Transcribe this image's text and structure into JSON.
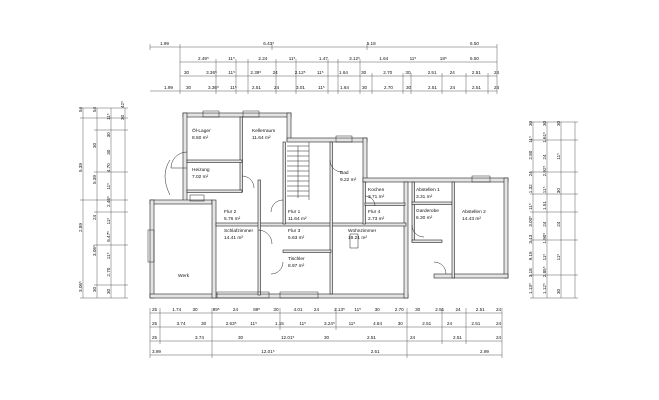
{
  "rooms": [
    {
      "name": "Öl-Lager",
      "area": "8.50 m²"
    },
    {
      "name": "Kellerraum",
      "area": "11.64 m²"
    },
    {
      "name": "Heizung",
      "area": "7.02 m²"
    },
    {
      "name": "Bad",
      "area": "9.22 m²"
    },
    {
      "name": "Kochen",
      "area": "3.71 m²"
    },
    {
      "name": "Abstellen 1",
      "area": "3.31 m²"
    },
    {
      "name": "Garderobe",
      "area": "6.30 m²"
    },
    {
      "name": "Abstellen 2",
      "area": "14.43 m²"
    },
    {
      "name": "Flur 2",
      "area": "5.76 m²"
    },
    {
      "name": "Flur 1",
      "area": "11.64 m²"
    },
    {
      "name": "Flur 4",
      "area": "2.73 m²"
    },
    {
      "name": "Schlafzimmer",
      "area": "14.41 m²"
    },
    {
      "name": "Flur 3",
      "area": "5.63 m²"
    },
    {
      "name": "Wohnzimmer",
      "area": "19.21 m²"
    },
    {
      "name": "Tischler",
      "area": "8.97 m²"
    },
    {
      "name": "Werk",
      "area": ""
    }
  ],
  "dimensions": {
    "top_row1": [
      "1.99",
      "6.43⁵",
      "5.18",
      "6.50"
    ],
    "top_row2": [
      "2.49⁵",
      "11⁵",
      "2.24",
      "11⁵",
      "1.47",
      "3.12⁵",
      "1.64",
      "11⁵",
      "18⁵",
      "6.50"
    ],
    "top_row3": [
      "30",
      "3.36⁵",
      "11⁵",
      "2.39⁵",
      "24",
      "2.12⁵",
      "11⁵",
      "1.64",
      "30",
      "2.70",
      "30",
      "2.51",
      "24",
      "2.51",
      "24"
    ],
    "top_row4": [
      "1.99",
      "30",
      "3.36⁵",
      "11⁵",
      "2.51",
      "24",
      "3.01",
      "11⁵",
      "1.64",
      "30",
      "2.70",
      "30",
      "2.51",
      "24",
      "2.51",
      "24"
    ],
    "bottom_row1": [
      "25",
      "1.74",
      "30",
      "89⁵",
      "24",
      "89⁵",
      "30",
      "4.01",
      "24",
      "2.13⁵",
      "11⁵",
      "30",
      "2.70",
      "30",
      "2.51",
      "24",
      "2.51",
      "24"
    ],
    "bottom_row2": [
      "25",
      "3.74",
      "30",
      "2.63⁵",
      "11⁵",
      "1.15",
      "11⁵",
      "3.24⁵",
      "11⁵",
      "4.84",
      "30",
      "2.51",
      "24",
      "2.51",
      "24"
    ],
    "bottom_row3": [
      "25",
      "3.74",
      "30",
      "12.01⁵",
      "30",
      "2.51",
      "24",
      "2.51",
      "24"
    ],
    "bottom_row4": [
      "3.99",
      "12.01⁵",
      "2.51",
      "2.99"
    ],
    "left_col1": [
      "3.06⁵",
      "2.89",
      "5.39",
      "54"
    ],
    "left_col2": [
      "30",
      "3.06⁵",
      "24",
      "5.39",
      "30",
      "54"
    ],
    "left_col3": [
      "30",
      "2.70",
      "11⁵",
      "6.47⁵",
      "11⁵",
      "2.46⁵",
      "11⁵",
      "4.70",
      "30",
      "30",
      "11⁵"
    ],
    "left_col4": [
      "30",
      "42⁵"
    ],
    "right_col1": [
      "1.13⁵",
      "3.18",
      "9.15",
      "3.13",
      "3.00⁵",
      "11⁵",
      "1.32",
      "24",
      "2.80",
      "11⁵",
      "30"
    ],
    "right_col2": [
      "1.12⁵",
      "2.85⁵",
      "11⁵",
      "1.90⁵",
      "24",
      "1.51",
      "11⁵",
      "2.92⁵",
      "24",
      "1.61⁵",
      "30"
    ],
    "right_col3": [
      "30",
      "11⁵",
      "24",
      "30",
      "11⁵",
      "30"
    ]
  }
}
